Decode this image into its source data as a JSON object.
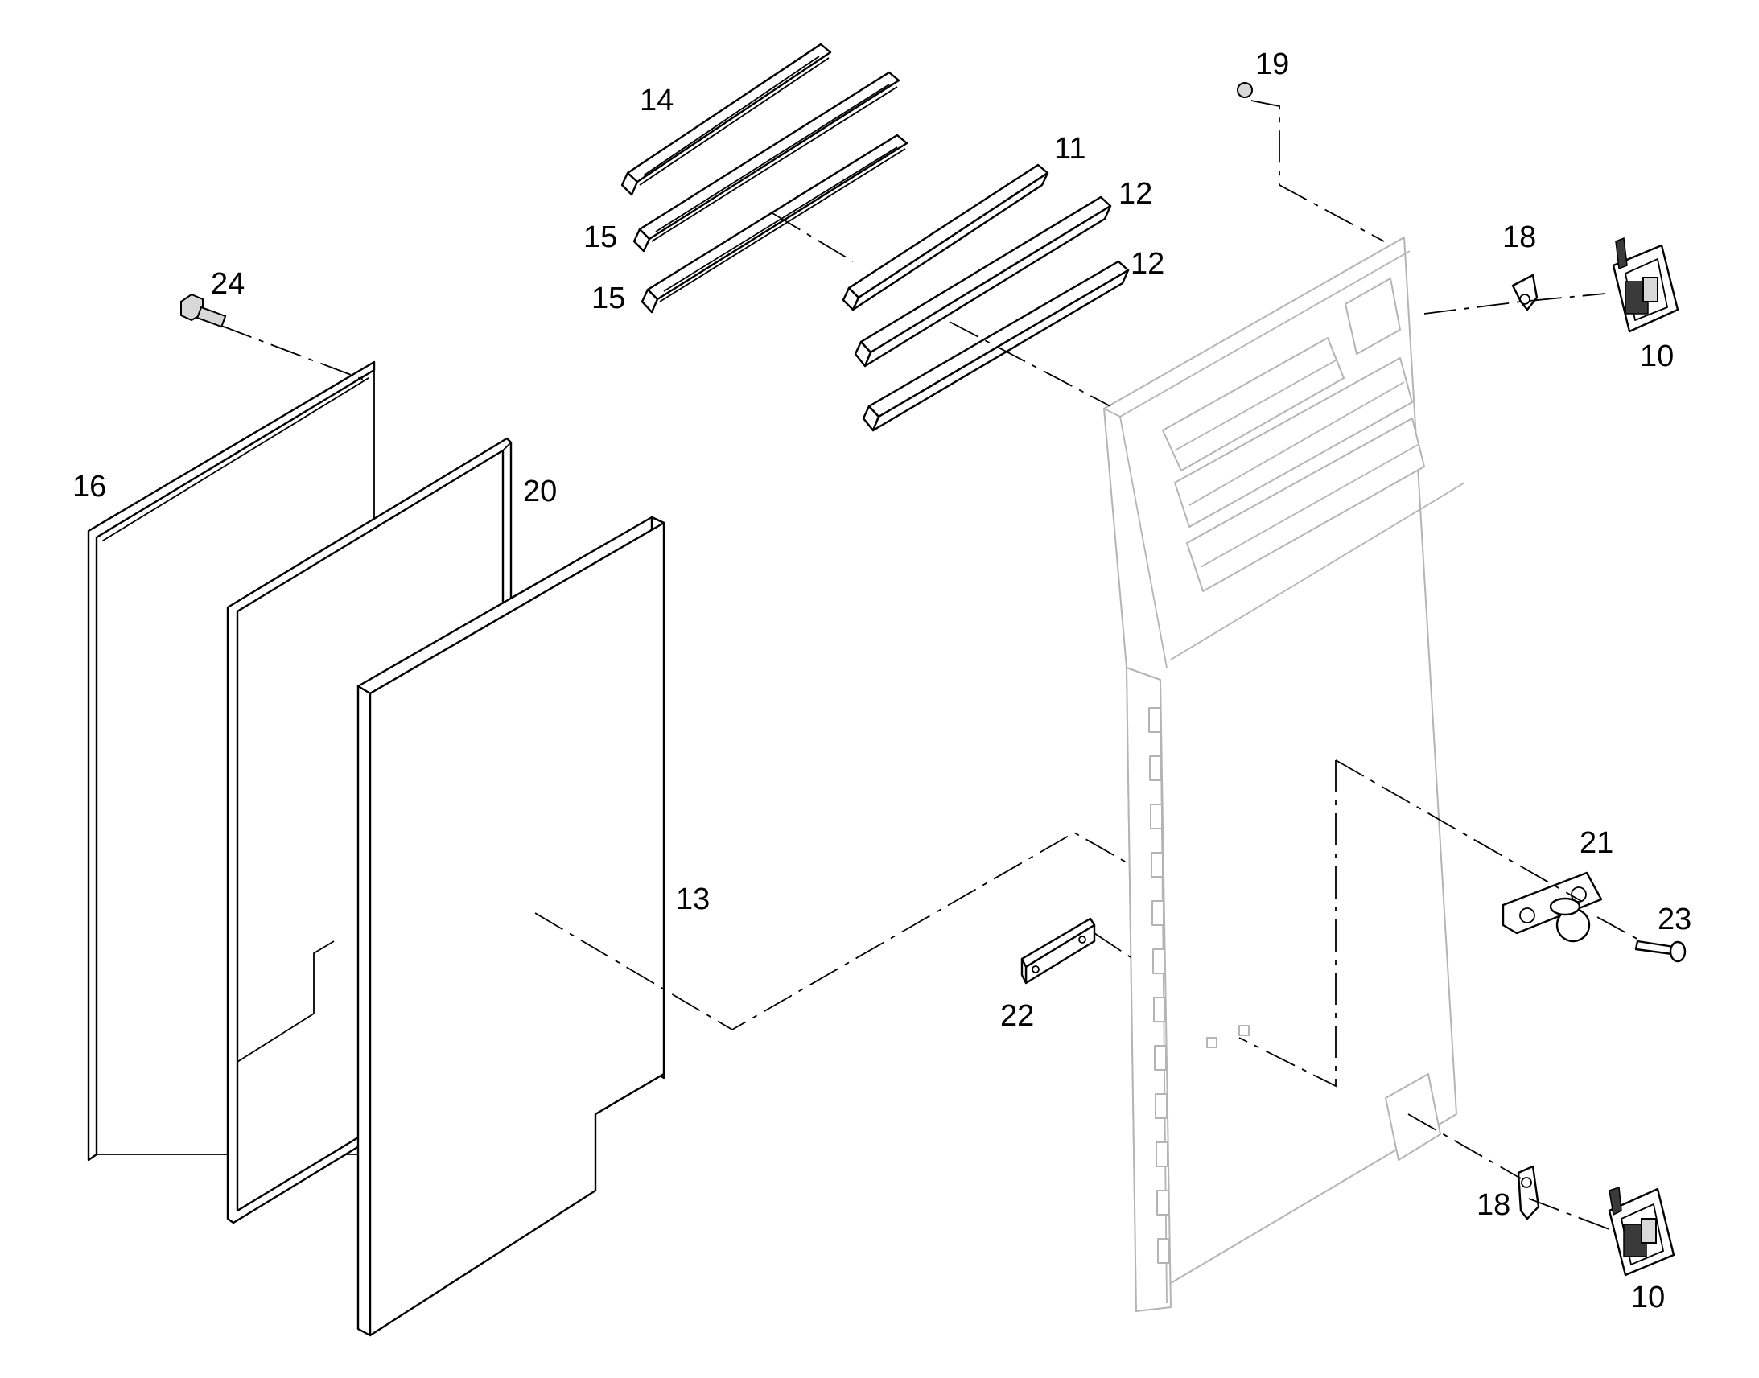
{
  "diagram": {
    "callouts": {
      "p10_upper": "10",
      "p10_lower": "10",
      "p11": "11",
      "p12_upper": "12",
      "p12_lower": "12",
      "p13": "13",
      "p14": "14",
      "p15_upper": "15",
      "p15_lower": "15",
      "p16": "16",
      "p18_upper": "18",
      "p18_lower": "18",
      "p19": "19",
      "p20": "20",
      "p21": "21",
      "p22": "22",
      "p23": "23",
      "p24": "24"
    }
  }
}
